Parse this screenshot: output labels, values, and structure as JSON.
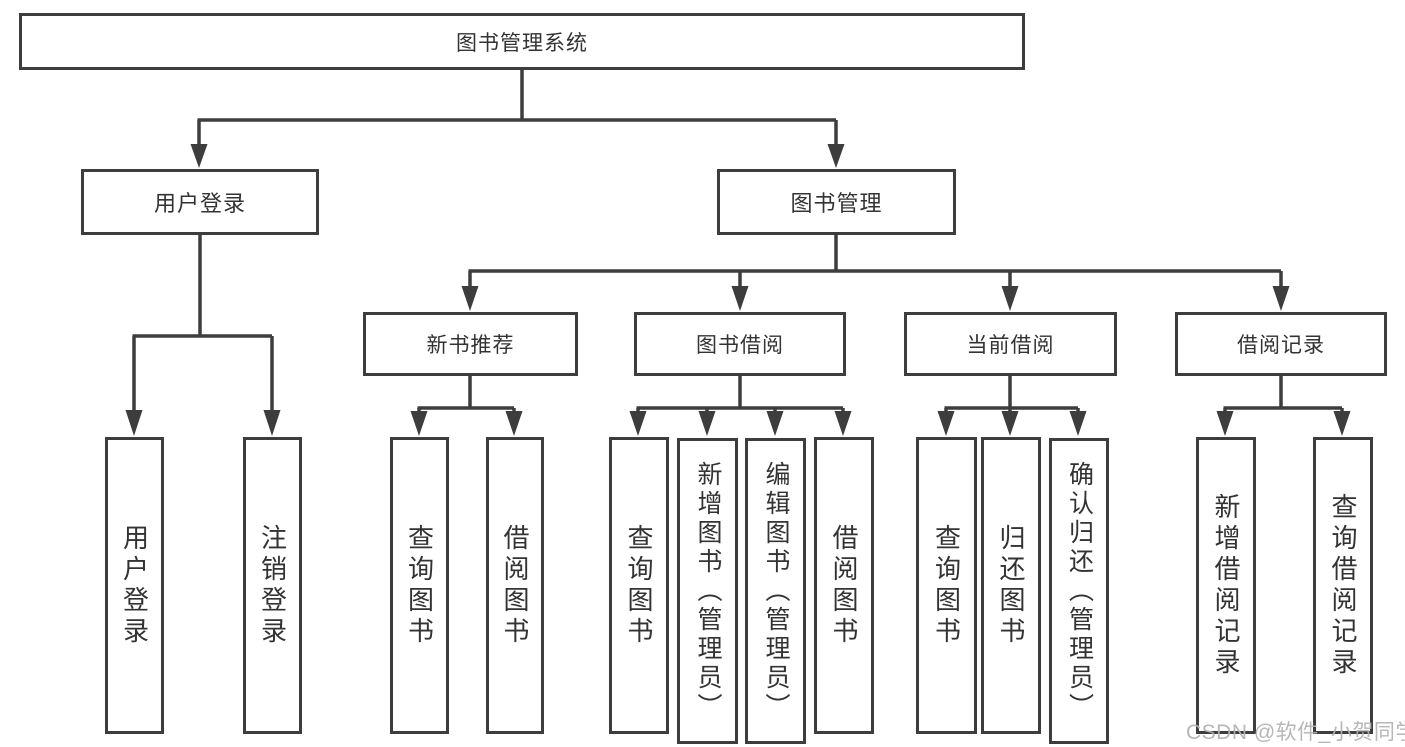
{
  "diagram": {
    "root": "图书管理系统",
    "level2": [
      {
        "label": "用户登录",
        "children": [
          "用户登录",
          "注销登录"
        ]
      },
      {
        "label": "图书管理"
      }
    ],
    "level3": [
      {
        "label": "新书推荐",
        "children": [
          "查询图书",
          "借阅图书"
        ]
      },
      {
        "label": "图书借阅",
        "children": [
          "查询图书",
          "新增图书（管理员）",
          "编辑图书（管理员）",
          "借阅图书"
        ]
      },
      {
        "label": "当前借阅",
        "children": [
          "查询图书",
          "归还图书",
          "确认归还（管理员）"
        ]
      },
      {
        "label": "借阅记录",
        "children": [
          "新增借阅记录",
          "查询借阅记录"
        ]
      }
    ]
  },
  "watermark": "CSDN @软件_小贺同学",
  "colors": {
    "line": "#3d3d3d",
    "box_border": "#3d3d3d",
    "text": "#333333",
    "watermark": "#b1b1b1",
    "background": "#ffffff"
  }
}
